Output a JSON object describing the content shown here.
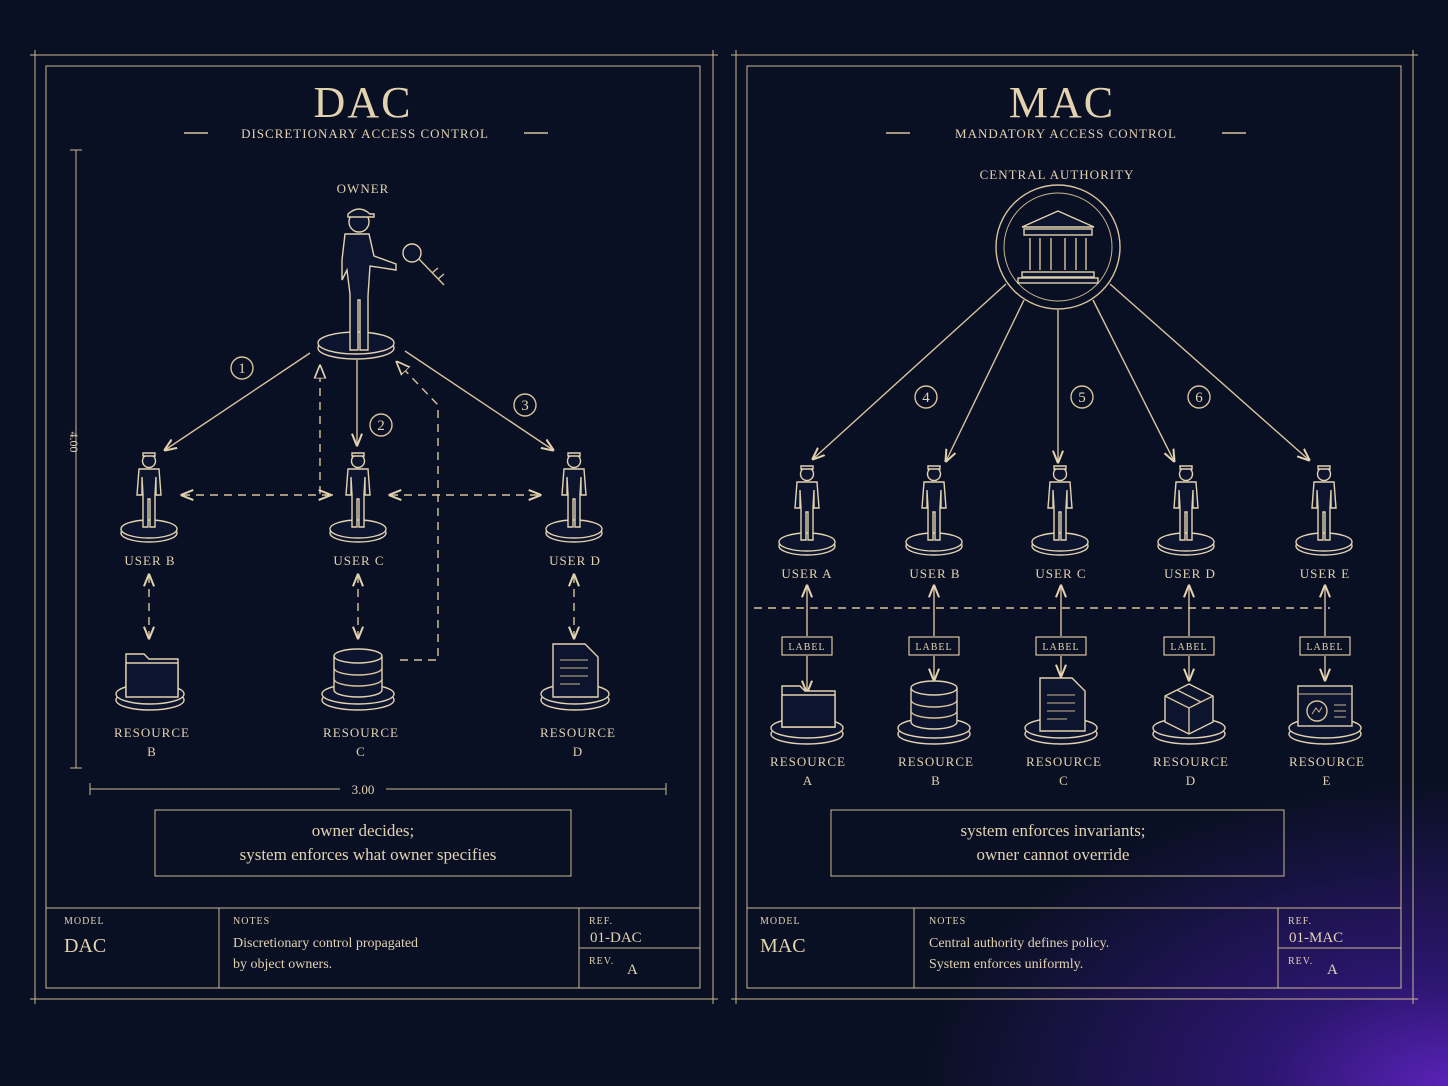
{
  "dac": {
    "title": "DAC",
    "subtitle": "DISCRETIONARY ACCESS CONTROL",
    "owner_label": "OWNER",
    "users": [
      "USER B",
      "USER C",
      "USER D"
    ],
    "resources": [
      [
        "RESOURCE",
        "B"
      ],
      [
        "RESOURCE",
        "C"
      ],
      [
        "RESOURCE",
        "D"
      ]
    ],
    "steps": [
      "1",
      "2",
      "3"
    ],
    "dim_vertical": "4.00",
    "dim_horizontal": "3.00",
    "caption": [
      "owner decides;",
      "system enforces what owner specifies"
    ],
    "title_block": {
      "model_label": "MODEL",
      "model": "DAC",
      "notes_label": "NOTES",
      "notes": [
        "Discretionary control propagated",
        "by object owners."
      ],
      "ref_label": "REF.",
      "ref": "01-DAC",
      "rev_label": "REV.",
      "rev": "A"
    }
  },
  "mac": {
    "title": "MAC",
    "subtitle": "MANDATORY ACCESS CONTROL",
    "authority_label": "CENTRAL AUTHORITY",
    "users": [
      "USER A",
      "USER B",
      "USER C",
      "USER D",
      "USER E"
    ],
    "labels": [
      "LABEL",
      "LABEL",
      "LABEL",
      "LABEL",
      "LABEL"
    ],
    "resources": [
      [
        "RESOURCE",
        "A"
      ],
      [
        "RESOURCE",
        "B"
      ],
      [
        "RESOURCE",
        "C"
      ],
      [
        "RESOURCE",
        "D"
      ],
      [
        "RESOURCE",
        "E"
      ]
    ],
    "steps": [
      "4",
      "5",
      "6"
    ],
    "caption": [
      "system enforces invariants;",
      "owner cannot override"
    ],
    "title_block": {
      "model_label": "MODEL",
      "model": "MAC",
      "notes_label": "NOTES",
      "notes": [
        "Central authority defines policy.",
        "System enforces uniformly."
      ],
      "ref_label": "REF.",
      "ref": "01-MAC",
      "rev_label": "REV.",
      "rev": "A"
    }
  },
  "colors": {
    "ink": "#e3d2b0",
    "background": "#0a1024",
    "glow": "#5a22b8"
  }
}
